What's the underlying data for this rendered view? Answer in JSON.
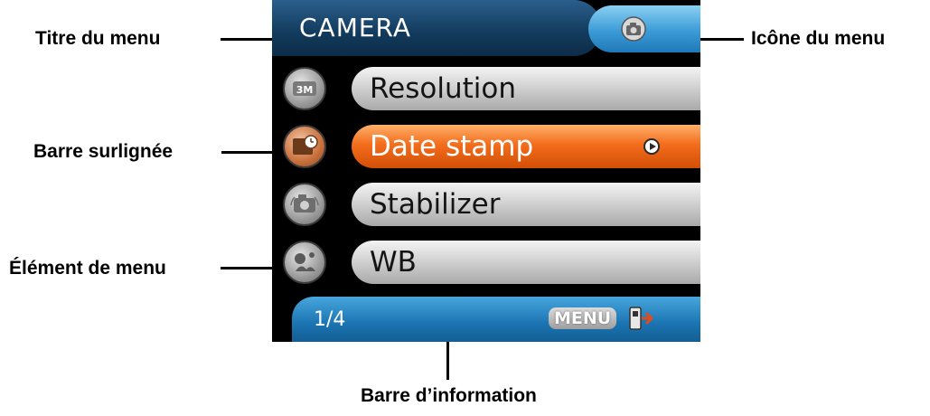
{
  "labels": {
    "menu_title": "Titre du menu",
    "menu_icon": "Icône du menu",
    "highlighted_bar": "Barre surlignée",
    "menu_item": "Élément de menu",
    "info_bar": "Barre d’information"
  },
  "screen": {
    "title": "CAMERA",
    "title_icon": "camera-icon",
    "items": [
      {
        "label": "Resolution",
        "icon": "resolution-icon",
        "highlighted": false
      },
      {
        "label": "Date stamp",
        "icon": "date-stamp-icon",
        "highlighted": true
      },
      {
        "label": "Stabilizer",
        "icon": "stabilizer-icon",
        "highlighted": false
      },
      {
        "label": "WB",
        "icon": "white-balance-icon",
        "highlighted": false
      }
    ],
    "info": {
      "page": "1/4",
      "menu_button": "MENU",
      "exit_icon": "exit-icon"
    }
  },
  "colors": {
    "title_bar": "#123a5c",
    "icon_tab": "#3b9bd6",
    "highlight": "#f36d1c",
    "item_bar": "#cfcfcf",
    "info_bar": "#1b74b2"
  }
}
